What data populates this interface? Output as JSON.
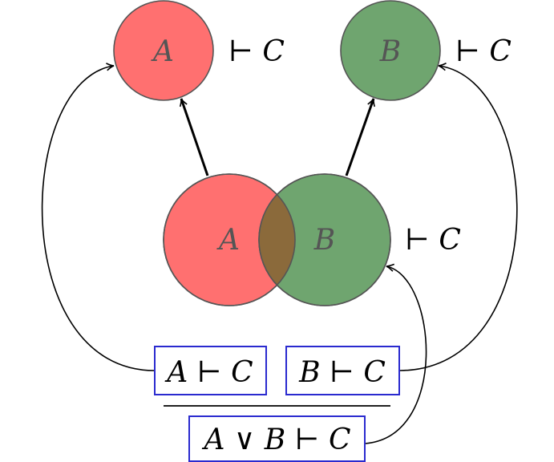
{
  "colors": {
    "red_fill": "#ff7070",
    "green_fill": "#6fa56f",
    "overlap_fill": "#8b6a3b",
    "circle_stroke": "#555555",
    "box_stroke": "#2a2acf",
    "arrow": "#000000"
  },
  "top_left": {
    "circle_label": "A",
    "entails": "⊢ C"
  },
  "top_right": {
    "circle_label": "B",
    "entails": "⊢ C"
  },
  "center": {
    "left_label": "A",
    "right_label": "B",
    "entails": "⊢ C"
  },
  "premises": [
    {
      "text": "A ⊢ C"
    },
    {
      "text": "B ⊢ C"
    }
  ],
  "conclusion": {
    "text": "A ∨ B ⊢ C"
  }
}
